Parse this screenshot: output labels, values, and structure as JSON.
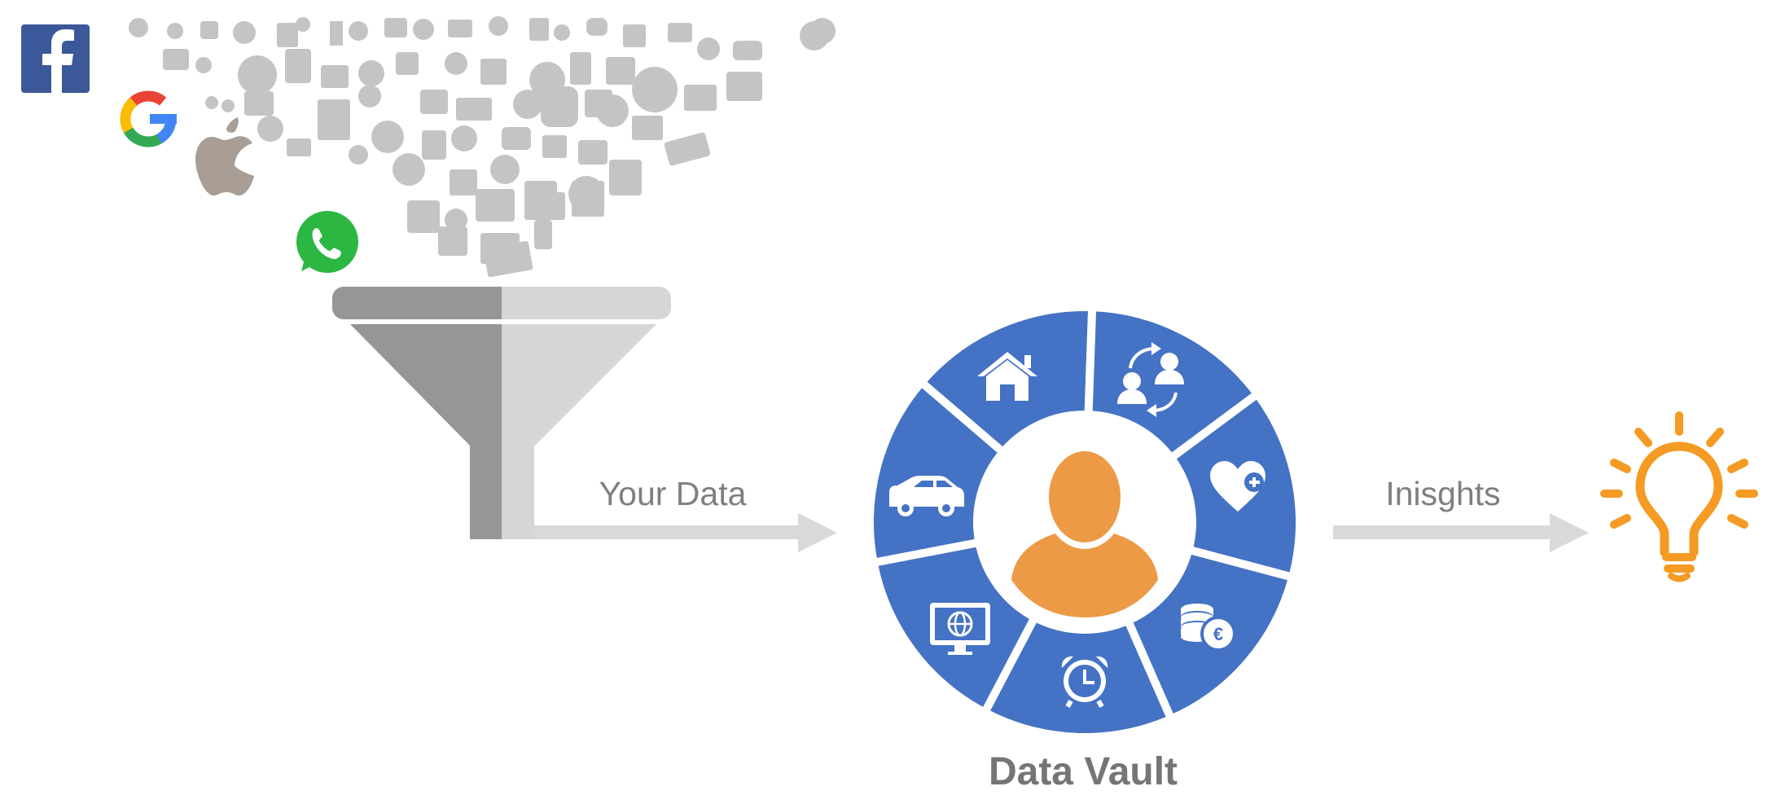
{
  "labels": {
    "your_data": "Your Data",
    "insights": "Inisghts",
    "vault": "Data Vault"
  },
  "colors": {
    "vault_blue": "#4472c4",
    "user_orange": "#ec9a45",
    "bulb_orange": "#f59a23",
    "funnel_dark": "#969696",
    "funnel_light": "#d6d6d6",
    "arrow_gray": "#d9d9d9",
    "icon_gray": "#c4c4c4",
    "facebook_blue": "#3b5998",
    "whatsapp_green": "#2bb741",
    "apple_gray": "#a89e96"
  },
  "sources": [
    "facebook-logo",
    "google-logo",
    "apple-logo",
    "whatsapp-logo"
  ],
  "vault_segments": [
    "house-icon",
    "people-exchange-icon",
    "heart-plus-icon",
    "coins-euro-icon",
    "alarm-clock-icon",
    "globe-monitor-icon",
    "car-icon"
  ]
}
